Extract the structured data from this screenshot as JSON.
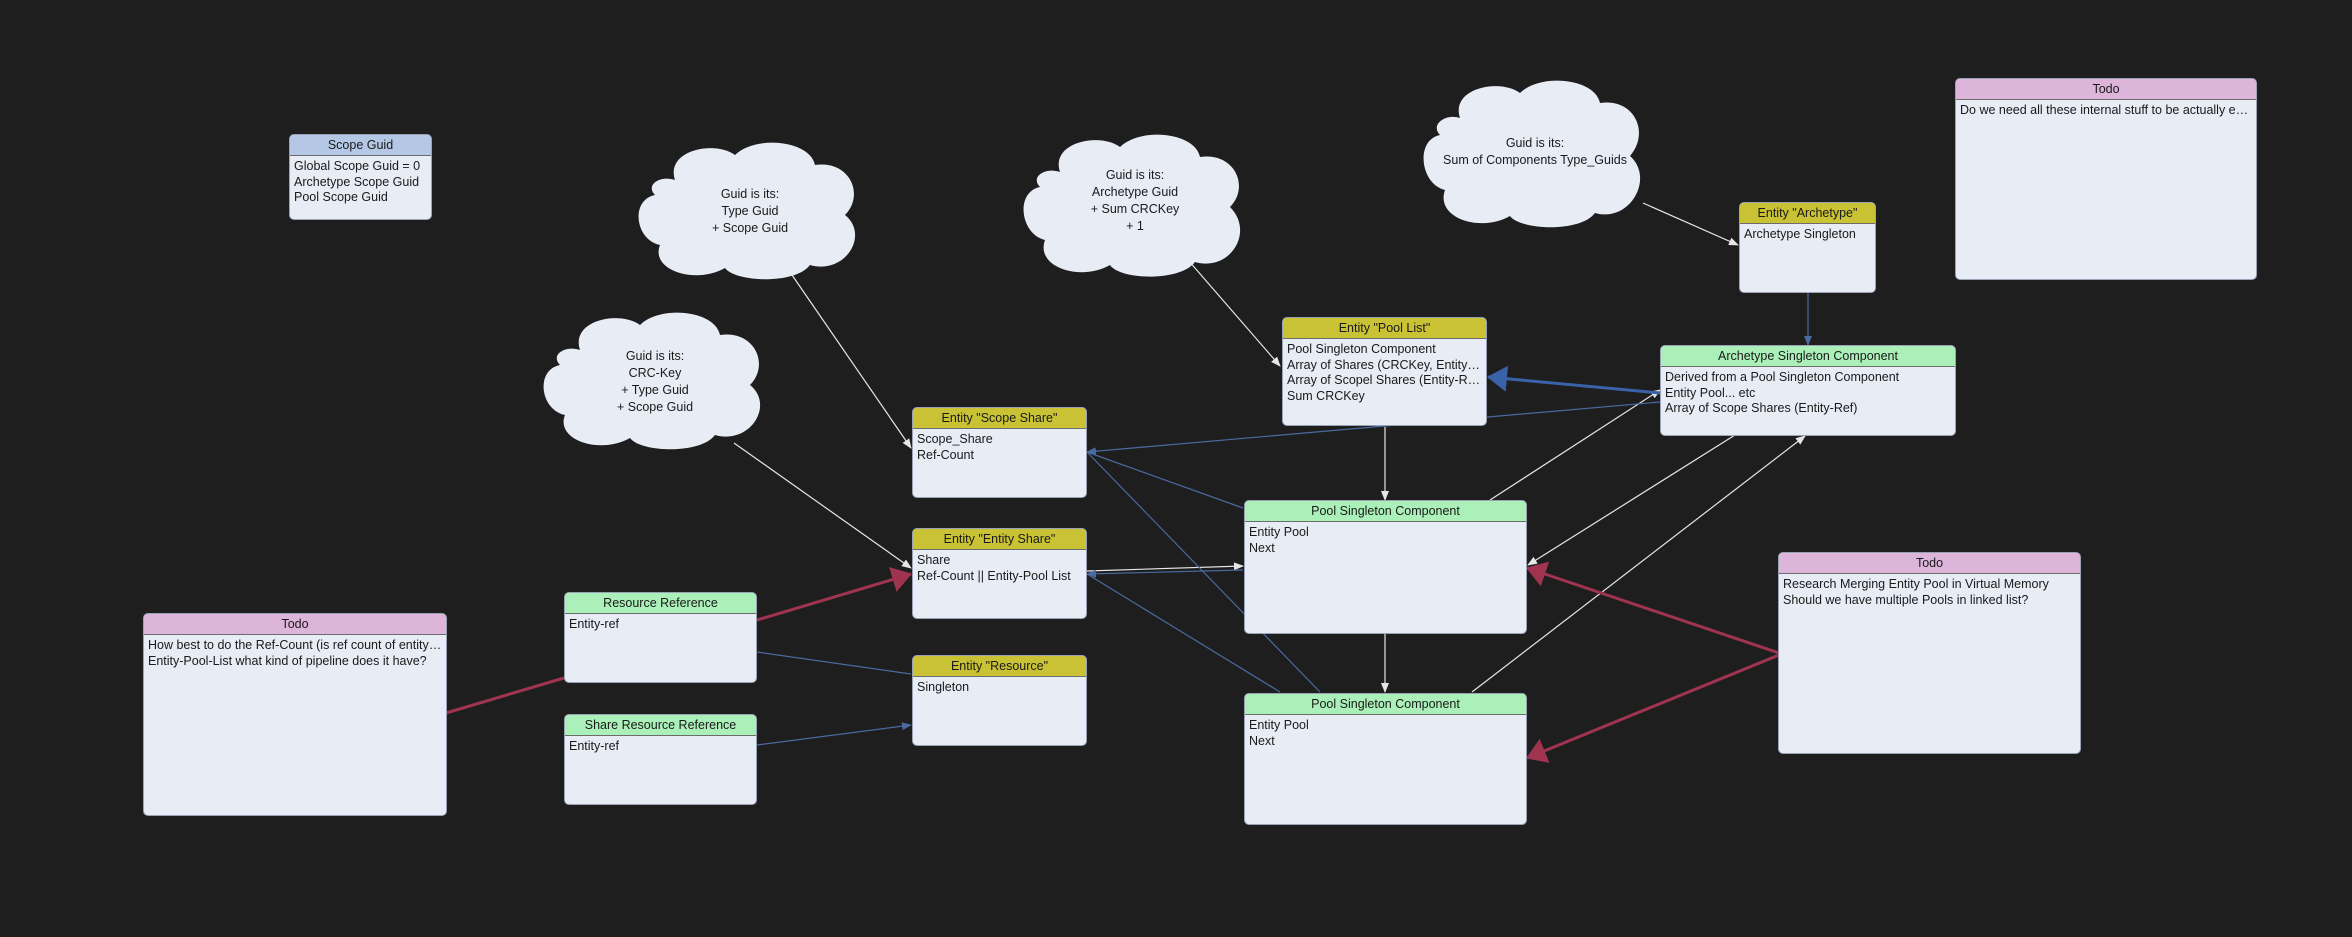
{
  "nodes": {
    "scope_guid": {
      "title": "Scope Guid",
      "lines": [
        "Global Scope Guid = 0",
        "Archetype Scope Guid",
        "Pool Scope Guid"
      ]
    },
    "todo_top": {
      "title": "Todo",
      "lines": [
        "Do we need all these internal stuff to be actually entities?"
      ]
    },
    "entity_archetype": {
      "title": "Entity \"Archetype\"",
      "lines": [
        "Archetype Singleton"
      ]
    },
    "entity_pool_list": {
      "title": "Entity \"Pool List\"",
      "lines": [
        "Pool Singleton Component",
        "Array of Shares (CRCKey, Entity-Ref)",
        "Array of Scopel Shares (Entity-Ref)",
        "Sum CRCKey"
      ]
    },
    "archetype_singleton": {
      "title": "Archetype Singleton Component",
      "lines": [
        "Derived from a Pool Singleton Component",
        "Entity Pool... etc",
        "Array of Scope Shares (Entity-Ref)"
      ]
    },
    "entity_scope_share": {
      "title": "Entity \"Scope Share\"",
      "lines": [
        "Scope_Share",
        "Ref-Count"
      ]
    },
    "entity_entity_share": {
      "title": "Entity \"Entity Share\"",
      "lines": [
        "Share",
        "Ref-Count || Entity-Pool List"
      ]
    },
    "entity_resource": {
      "title": "Entity \"Resource\"",
      "lines": [
        "Singleton"
      ]
    },
    "pool_singleton_1": {
      "title": "Pool Singleton Component",
      "lines": [
        "Entity Pool",
        "Next"
      ]
    },
    "pool_singleton_2": {
      "title": "Pool Singleton Component",
      "lines": [
        "Entity Pool",
        "Next"
      ]
    },
    "resource_reference": {
      "title": "Resource Reference",
      "lines": [
        "Entity-ref"
      ]
    },
    "share_resource_reference": {
      "title": "Share Resource Reference",
      "lines": [
        "Entity-ref"
      ]
    },
    "todo_left": {
      "title": "Todo",
      "lines": [
        "How best to do the Ref-Count (is ref count of entity or p...",
        "Entity-Pool-List what kind of pipeline does it have?"
      ]
    },
    "todo_right": {
      "title": "Todo",
      "lines": [
        "Research Merging Entity Pool in Virtual Memory",
        "Should we have multiple Pools in linked list?"
      ]
    }
  },
  "clouds": {
    "cloud_type_guid": [
      "Guid is its:",
      "Type Guid",
      "+ Scope Guid"
    ],
    "cloud_archetype_guid": [
      "Guid is its:",
      "Archetype Guid",
      "+ Sum CRCKey",
      "+ 1"
    ],
    "cloud_components": [
      "Guid is its:",
      "Sum of Components Type_Guids"
    ],
    "cloud_crc": [
      "Guid is its:",
      "CRC-Key",
      "+ Type Guid",
      "+ Scope Guid"
    ]
  },
  "colors": {
    "background": "#1e1e1e",
    "node_body": "#e8ecf5",
    "header_green": "#aaf0b8",
    "header_yellow": "#c8c234",
    "header_pink": "#ddb4da",
    "header_blue": "#b4c8e6",
    "wire_white": "#e6e6e6",
    "wire_blue": "#4a6aa0",
    "wire_red": "#a03450"
  }
}
